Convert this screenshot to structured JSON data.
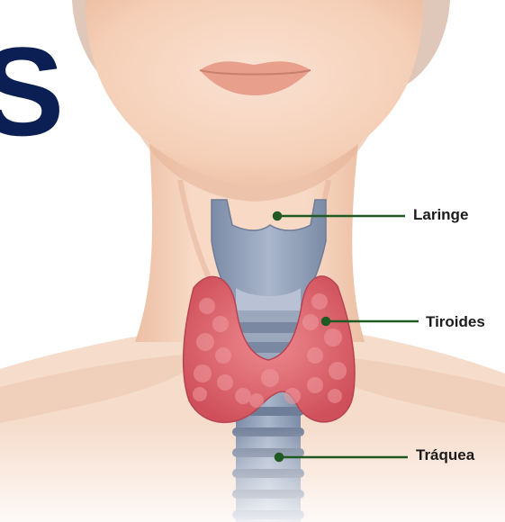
{
  "labels": {
    "larynx": "Laringe",
    "thyroid": "Tiroides",
    "trachea": "Tráquea"
  },
  "title_fragment": "S",
  "colors": {
    "skin": "#f6d3bd",
    "skin_shadow": "#e9b79b",
    "lips": "#e8a08c",
    "thyroid": "#e16871",
    "cartilage": "#8d9cb5",
    "leader_line": "#1f5a23",
    "title": "#0b1f55"
  },
  "icons": [
    "leader-dot"
  ]
}
